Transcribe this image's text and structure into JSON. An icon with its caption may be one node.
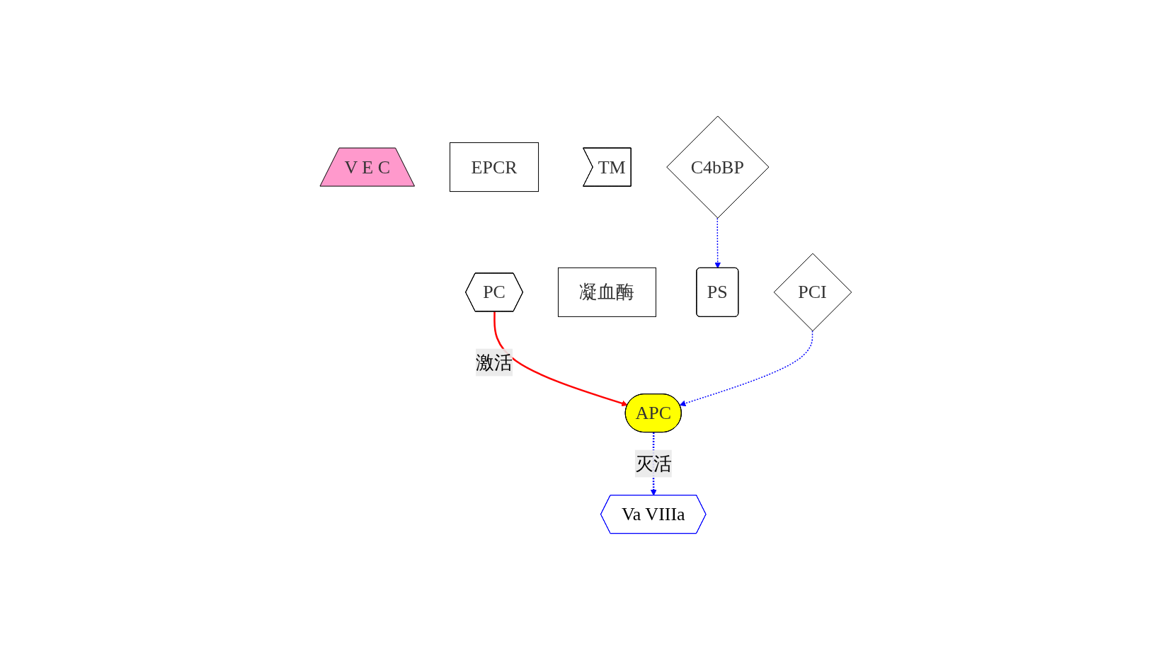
{
  "diagram": {
    "nodes": [
      {
        "text": [
          "V E C"
        ]
      },
      {
        "text": [
          "EPCR"
        ]
      },
      {
        "text": [
          "PC"
        ]
      },
      {
        "text": [
          "TM"
        ]
      },
      {
        "text": [
          "凝血酶"
        ]
      },
      {
        "text": [
          "C4bBP"
        ]
      },
      {
        "text": [
          "PS"
        ]
      },
      {
        "text": [
          "APC"
        ]
      },
      {
        "text": [
          "Va VIIIa"
        ]
      },
      {
        "text": [
          "PCI"
        ]
      }
    ],
    "edges": [
      {
        "from": 2,
        "to": 7,
        "arrow": "to",
        "label": "激活",
        "color": "#ff0000"
      },
      {
        "from": 5,
        "to": 6,
        "arrow": "to",
        "style": "dashed"
      },
      {
        "from": 7,
        "to": 8,
        "arrow": "to",
        "label": "灭活",
        "style": "dashed"
      },
      {
        "from": 9,
        "to": 7,
        "arrow": "to",
        "style": "dashed"
      }
    ]
  }
}
